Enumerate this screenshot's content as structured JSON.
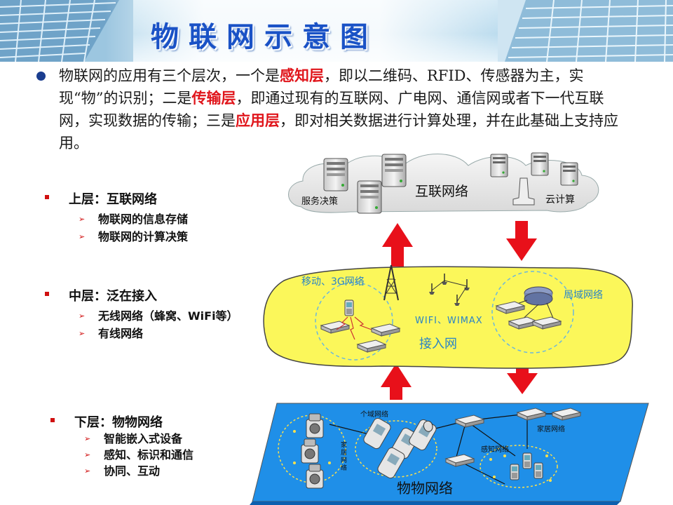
{
  "title": "物联网示意图",
  "intro": {
    "t1": "物联网的应用有三个层次，一个是",
    "h1": "感知层",
    "t2": "，即以二维码、RFID、传感器为主，实现“物”的识别；二是",
    "h2": "传输层",
    "t3": "，即通过现有的互联网、广电网、通信网或者下一代互联网，实现数据的传输；三是",
    "h3": "应用层",
    "t4": "，即对相关数据进行计算处理，并在此基础上支持应用。"
  },
  "layers": {
    "upper": {
      "head": "上层：互联网络",
      "items": [
        "物联网的信息存储",
        "物联网的计算决策"
      ]
    },
    "middle": {
      "head": "中层：泛在接入",
      "items": [
        "无线网络（蜂窝、WiFi等）",
        "有线网络"
      ]
    },
    "lower": {
      "head": "下层：物物网络",
      "items": [
        "智能嵌入式设备",
        "感知、标识和通信",
        "协同、互动"
      ]
    }
  },
  "diagram": {
    "internet": {
      "label": "互联网络",
      "service": "服务决策",
      "cloud": "云计算"
    },
    "access": {
      "label": "接入网",
      "mobile": "移动、3G网络",
      "wifi": "WIFI、WIMAX",
      "lan": "局域网络"
    },
    "things": {
      "label": "物物网络",
      "personal": "个域网络",
      "home_v": "家居网络",
      "home": "家居网络",
      "sensor": "感知网络"
    }
  },
  "colors": {
    "title": "#1a52c6",
    "highlight": "#e0151b",
    "arrow": "#e8101a",
    "access_fill": "#fbf75a",
    "things_fill": "#1f8fe8"
  }
}
